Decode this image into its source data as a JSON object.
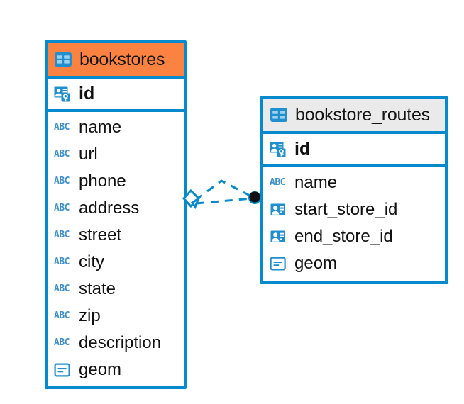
{
  "diagram": {
    "kind": "entity-relationship-diagram",
    "background": "#FFFFFF",
    "colors": {
      "entity_border": "#068ACE",
      "header_accent_primary": "#FB8240",
      "header_accent_secondary": "#EAEAEA",
      "icon_blue": "#1F8FCF",
      "abc_blue": "#3E91CF",
      "relationship_line": "#068ACE",
      "relationship_endpoint": "#111111"
    },
    "entities": [
      {
        "id": "bookstores",
        "name": "bookstores",
        "header_icon": "table-icon",
        "header_accent": "#FB8240",
        "primary_key": {
          "name": "id",
          "icon": "primary-key-icon"
        },
        "fields": [
          {
            "name": "name",
            "icon": "text-type-icon",
            "type_label": "ABC"
          },
          {
            "name": "url",
            "icon": "text-type-icon",
            "type_label": "ABC"
          },
          {
            "name": "phone",
            "icon": "text-type-icon",
            "type_label": "ABC"
          },
          {
            "name": "address",
            "icon": "text-type-icon",
            "type_label": "ABC"
          },
          {
            "name": "street",
            "icon": "text-type-icon",
            "type_label": "ABC"
          },
          {
            "name": "city",
            "icon": "text-type-icon",
            "type_label": "ABC"
          },
          {
            "name": "state",
            "icon": "text-type-icon",
            "type_label": "ABC"
          },
          {
            "name": "zip",
            "icon": "text-type-icon",
            "type_label": "ABC"
          },
          {
            "name": "description",
            "icon": "text-type-icon",
            "type_label": "ABC"
          },
          {
            "name": "geom",
            "icon": "geometry-type-icon",
            "type_label": ""
          }
        ]
      },
      {
        "id": "bookstore_routes",
        "name": "bookstore_routes",
        "header_icon": "table-icon",
        "header_accent": "#EAEAEA",
        "primary_key": {
          "name": "id",
          "icon": "primary-key-icon"
        },
        "fields": [
          {
            "name": "name",
            "icon": "text-type-icon",
            "type_label": "ABC"
          },
          {
            "name": "start_store_id",
            "icon": "foreign-key-icon",
            "type_label": ""
          },
          {
            "name": "end_store_id",
            "icon": "foreign-key-icon",
            "type_label": ""
          },
          {
            "name": "geom",
            "icon": "geometry-type-icon",
            "type_label": ""
          }
        ]
      }
    ],
    "relationships": [
      {
        "id": "bookstores-to-bookstore-routes",
        "from_entity": "bookstores",
        "to_entity": "bookstore_routes",
        "from_endpoint": "diamond-outline-marker",
        "to_endpoint": "filled-circle-marker",
        "line_style": "dashed",
        "branches": 2
      }
    ]
  }
}
